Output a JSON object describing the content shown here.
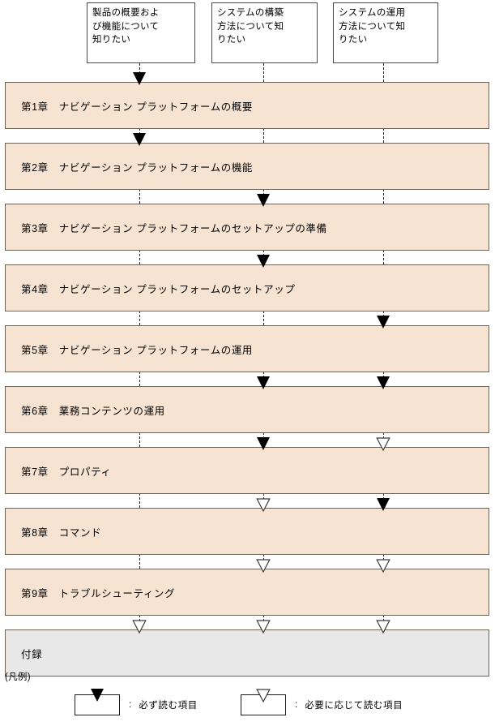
{
  "diagram": {
    "title_boxes": [
      {
        "id": "product-overview",
        "lines": [
          "製品の概要およ",
          "び機能について",
          "知りたい"
        ]
      },
      {
        "id": "system-build",
        "lines": [
          "システムの構築",
          "方法について知",
          "りたい"
        ]
      },
      {
        "id": "system-operate",
        "lines": [
          "システムの運用",
          "方法について知",
          "りたい"
        ]
      }
    ],
    "rows": [
      {
        "id": "chapter-1",
        "number": "第1章",
        "title": "ナビゲーション プラットフォームの概要",
        "style": "chapter"
      },
      {
        "id": "chapter-2",
        "number": "第2章",
        "title": "ナビゲーション プラットフォームの機能",
        "style": "chapter"
      },
      {
        "id": "chapter-3",
        "number": "第3章",
        "title": "ナビゲーション プラットフォームのセットアップの準備",
        "style": "chapter"
      },
      {
        "id": "chapter-4",
        "number": "第4章",
        "title": "ナビゲーション プラットフォームのセットアップ",
        "style": "chapter"
      },
      {
        "id": "chapter-5",
        "number": "第5章",
        "title": "ナビゲーション プラットフォームの運用",
        "style": "chapter"
      },
      {
        "id": "chapter-6",
        "number": "第6章",
        "title": "業務コンテンツの運用",
        "style": "chapter"
      },
      {
        "id": "chapter-7",
        "number": "第7章",
        "title": "プロパティ",
        "style": "chapter"
      },
      {
        "id": "chapter-8",
        "number": "第8章",
        "title": "コマンド",
        "style": "chapter"
      },
      {
        "id": "chapter-9",
        "number": "第9章",
        "title": "トラブルシューティング",
        "style": "chapter"
      },
      {
        "id": "appendix",
        "number": "",
        "title": "付録",
        "style": "appendix"
      }
    ],
    "arrow_matrix": [
      [
        "filled",
        "none",
        "none"
      ],
      [
        "filled",
        "none",
        "none"
      ],
      [
        "none",
        "filled",
        "none"
      ],
      [
        "none",
        "filled",
        "none"
      ],
      [
        "none",
        "none",
        "filled"
      ],
      [
        "none",
        "filled",
        "filled"
      ],
      [
        "none",
        "filled",
        "hollow"
      ],
      [
        "none",
        "hollow",
        "filled"
      ],
      [
        "none",
        "hollow",
        "hollow"
      ],
      [
        "hollow",
        "hollow",
        "hollow"
      ]
    ]
  },
  "legend": {
    "caption": "(凡例)",
    "items": [
      {
        "id": "must-read",
        "marker": "filled",
        "colon": ":",
        "text": "必ず読む項目"
      },
      {
        "id": "read-as-needed",
        "marker": "hollow",
        "colon": ":",
        "text": "必要に応じて読む項目"
      }
    ]
  },
  "colors": {
    "chapter_fill": "#f7e3d2",
    "appendix_fill": "#e8e8e8",
    "border": "#6d6459",
    "line": "#1c1c1c",
    "arrow_filled": "#000000",
    "arrow_hollow": "#ffffff"
  }
}
